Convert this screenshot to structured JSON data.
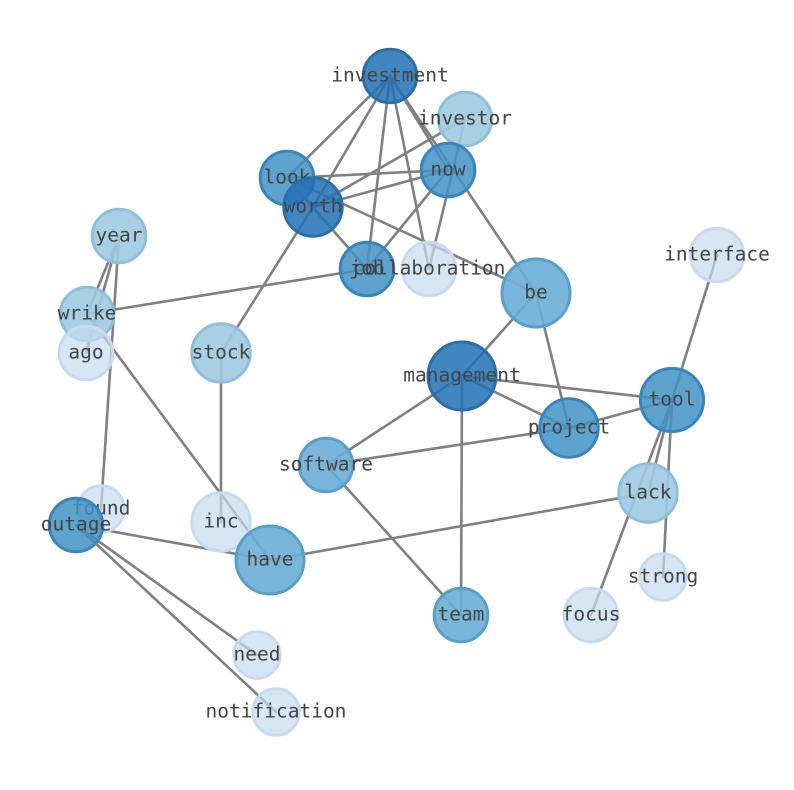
{
  "palette": {
    "edge": "#808080",
    "label": "#444444",
    "levels": [
      "#c6dbef",
      "#9ecae1",
      "#6baed6",
      "#4292c6",
      "#2171b5"
    ]
  },
  "nodes": [
    {
      "id": "investment",
      "label": "investment",
      "level": 4,
      "size": 0.45
    },
    {
      "id": "investor",
      "label": "investor",
      "level": 1,
      "size": 0.45
    },
    {
      "id": "now",
      "label": "now",
      "level": 3,
      "size": 0.45
    },
    {
      "id": "look",
      "label": "look",
      "level": 3,
      "size": 0.45
    },
    {
      "id": "worth",
      "label": "worth",
      "level": 4,
      "size": 0.55
    },
    {
      "id": "year",
      "label": "year",
      "level": 1,
      "size": 0.45
    },
    {
      "id": "interface",
      "label": "interface",
      "level": 0,
      "size": 0.45
    },
    {
      "id": "job",
      "label": "job",
      "level": 3,
      "size": 0.45
    },
    {
      "id": "collaboration",
      "label": "collaboration",
      "level": 0,
      "size": 0.45
    },
    {
      "id": "be",
      "label": "be",
      "level": 2,
      "size": 0.75
    },
    {
      "id": "wrike",
      "label": "wrike",
      "level": 1,
      "size": 0.45
    },
    {
      "id": "ago",
      "label": "ago",
      "level": 0,
      "size": 0.45
    },
    {
      "id": "stock",
      "label": "stock",
      "level": 1,
      "size": 0.55
    },
    {
      "id": "management",
      "label": "management",
      "level": 4,
      "size": 0.75
    },
    {
      "id": "tool",
      "label": "tool",
      "level": 3,
      "size": 0.65
    },
    {
      "id": "project",
      "label": "project",
      "level": 3,
      "size": 0.55
    },
    {
      "id": "software",
      "label": "software",
      "level": 2,
      "size": 0.45
    },
    {
      "id": "lack",
      "label": "lack",
      "level": 1,
      "size": 0.55
    },
    {
      "id": "found",
      "label": "found",
      "level": 0,
      "size": 0.3
    },
    {
      "id": "outage",
      "label": "outage",
      "level": 3,
      "size": 0.45
    },
    {
      "id": "inc",
      "label": "inc",
      "level": 0,
      "size": 0.55
    },
    {
      "id": "have",
      "label": "have",
      "level": 2,
      "size": 0.75
    },
    {
      "id": "strong",
      "label": "strong",
      "level": 0,
      "size": 0.3
    },
    {
      "id": "team",
      "label": "team",
      "level": 2,
      "size": 0.45
    },
    {
      "id": "focus",
      "label": "focus",
      "level": 0,
      "size": 0.45
    },
    {
      "id": "need",
      "label": "need",
      "level": 0,
      "size": 0.3
    },
    {
      "id": "notification",
      "label": "notification",
      "level": 0,
      "size": 0.3
    }
  ],
  "edges": [
    [
      "investment",
      "look"
    ],
    [
      "investment",
      "worth"
    ],
    [
      "investment",
      "job"
    ],
    [
      "investment",
      "now"
    ],
    [
      "investment",
      "be"
    ],
    [
      "investment",
      "collaboration"
    ],
    [
      "investor",
      "worth"
    ],
    [
      "investor",
      "collaboration"
    ],
    [
      "now",
      "look"
    ],
    [
      "now",
      "worth"
    ],
    [
      "now",
      "job"
    ],
    [
      "look",
      "worth"
    ],
    [
      "look",
      "be"
    ],
    [
      "look",
      "job"
    ],
    [
      "worth",
      "stock"
    ],
    [
      "year",
      "wrike"
    ],
    [
      "year",
      "ago"
    ],
    [
      "year",
      "found"
    ],
    [
      "job",
      "wrike"
    ],
    [
      "be",
      "management"
    ],
    [
      "be",
      "project"
    ],
    [
      "wrike",
      "have"
    ],
    [
      "stock",
      "inc"
    ],
    [
      "management",
      "tool"
    ],
    [
      "management",
      "project"
    ],
    [
      "management",
      "software"
    ],
    [
      "management",
      "team"
    ],
    [
      "tool",
      "project"
    ],
    [
      "tool",
      "lack"
    ],
    [
      "tool",
      "strong"
    ],
    [
      "tool",
      "focus"
    ],
    [
      "interface",
      "tool"
    ],
    [
      "project",
      "software"
    ],
    [
      "software",
      "team"
    ],
    [
      "lack",
      "have"
    ],
    [
      "outage",
      "have"
    ],
    [
      "outage",
      "need"
    ],
    [
      "outage",
      "notification"
    ]
  ]
}
